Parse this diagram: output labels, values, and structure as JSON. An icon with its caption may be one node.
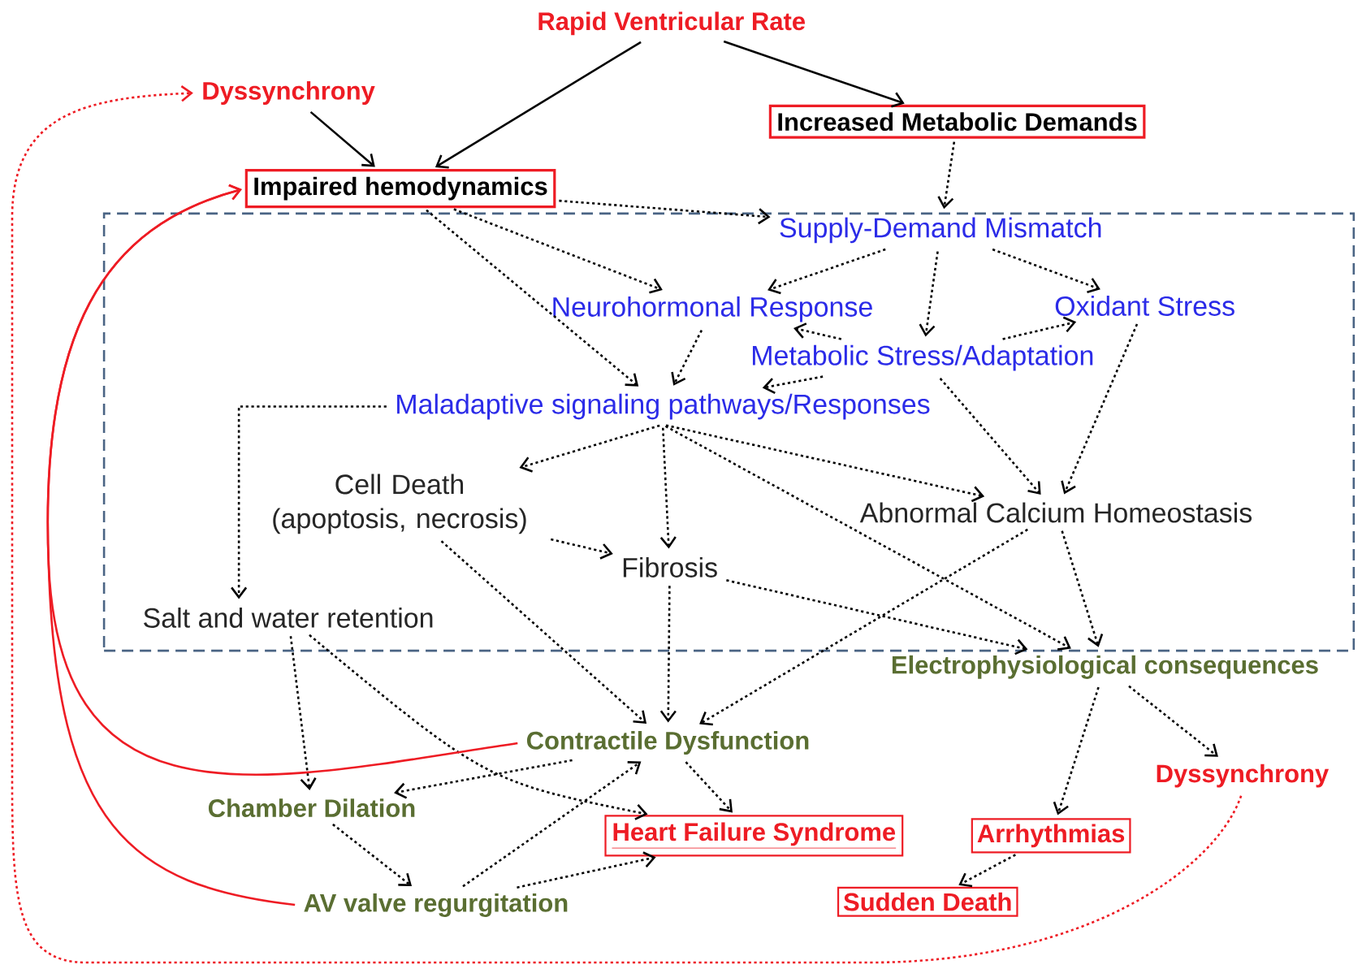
{
  "diagram": {
    "nodes": [
      {
        "text": [
          "Rapid Ventricular Rate"
        ]
      },
      {
        "text": [
          "Dyssynchrony"
        ]
      },
      {
        "text": [
          "Increased Metabolic Demands"
        ]
      },
      {
        "text": [
          "Impaired hemodynamics"
        ]
      },
      {
        "text": [],
        "shape": "box"
      },
      {
        "text": [
          "Supply-Demand Mismatch"
        ],
        "in": 4
      },
      {
        "text": [
          "Neurohormonal Response"
        ],
        "in": 4
      },
      {
        "text": [
          "Oxidant Stress"
        ],
        "in": 4
      },
      {
        "text": [
          "Metabolic Stress/Adaptation"
        ],
        "in": 4
      },
      {
        "text": [
          "Maladaptive signaling pathways/Responses"
        ],
        "in": 4
      },
      {
        "text": [
          "Cell Death (apoptosis, necrosis)"
        ],
        "in": 4
      },
      {
        "text": [
          "Abnormal Calcium Homeostasis"
        ],
        "in": 4
      },
      {
        "text": [
          "Fibrosis"
        ],
        "in": 4
      },
      {
        "text": [
          "Salt and water retention"
        ],
        "in": 4
      },
      {
        "text": [
          "Electrophysiological consequences"
        ]
      },
      {
        "text": [
          "Contractile Dysfunction"
        ]
      },
      {
        "text": [
          "Dyssynchrony"
        ]
      },
      {
        "text": [
          "Chamber Dilation"
        ]
      },
      {
        "text": [
          "Heart Failure Syndrome"
        ]
      },
      {
        "text": [
          "Arrhythmias"
        ]
      },
      {
        "text": [
          "Sudden Death"
        ]
      },
      {
        "text": [
          "AV valve regurgitation"
        ]
      }
    ],
    "edges": [
      {
        "from": 0,
        "to": 3,
        "arrow": "to"
      },
      {
        "from": 0,
        "to": 2,
        "arrow": "to"
      },
      {
        "from": 1,
        "to": 3,
        "arrow": "to"
      },
      {
        "from": 2,
        "to": 5,
        "arrow": "to",
        "style": "dashed"
      },
      {
        "from": 3,
        "to": 5,
        "arrow": "to",
        "style": "dashed"
      },
      {
        "from": 3,
        "to": 6,
        "arrow": "to",
        "style": "dashed"
      },
      {
        "from": 3,
        "to": 9,
        "arrow": "to",
        "style": "dashed"
      },
      {
        "from": 5,
        "to": 6,
        "arrow": "to",
        "style": "dashed"
      },
      {
        "from": 5,
        "to": 7,
        "arrow": "to",
        "style": "dashed"
      },
      {
        "from": 5,
        "to": 8,
        "arrow": "to",
        "style": "dashed"
      },
      {
        "from": 8,
        "to": 6,
        "arrow": "to",
        "style": "dashed"
      },
      {
        "from": 8,
        "to": 7,
        "arrow": "to",
        "style": "dashed"
      },
      {
        "from": 8,
        "to": 9,
        "arrow": "to",
        "style": "dashed"
      },
      {
        "from": 6,
        "to": 9,
        "arrow": "to",
        "style": "dashed"
      },
      {
        "from": 8,
        "to": 11,
        "arrow": "to",
        "style": "dashed"
      },
      {
        "from": 7,
        "to": 11,
        "arrow": "to",
        "style": "dashed"
      },
      {
        "from": 9,
        "to": 13,
        "arrow": "to",
        "style": "dashed"
      },
      {
        "from": 9,
        "to": 10,
        "arrow": "to",
        "style": "dashed"
      },
      {
        "from": 9,
        "to": 12,
        "arrow": "to",
        "style": "dashed"
      },
      {
        "from": 9,
        "to": 11,
        "arrow": "to",
        "style": "dashed"
      },
      {
        "from": 9,
        "to": 14,
        "arrow": "to",
        "style": "dashed"
      },
      {
        "from": 10,
        "to": 12,
        "arrow": "to",
        "style": "dashed"
      },
      {
        "from": 10,
        "to": 15,
        "arrow": "to",
        "style": "dashed"
      },
      {
        "from": 12,
        "to": 15,
        "arrow": "to",
        "style": "dashed"
      },
      {
        "from": 12,
        "to": 14,
        "arrow": "to",
        "style": "dashed"
      },
      {
        "from": 11,
        "to": 14,
        "arrow": "to",
        "style": "dashed"
      },
      {
        "from": 11,
        "to": 15,
        "arrow": "to",
        "style": "dashed"
      },
      {
        "from": 13,
        "to": 17,
        "arrow": "to",
        "style": "dashed"
      },
      {
        "from": 13,
        "to": 18,
        "arrow": "to",
        "style": "dashed"
      },
      {
        "from": 14,
        "to": 19,
        "arrow": "to",
        "style": "dashed"
      },
      {
        "from": 14,
        "to": 16,
        "arrow": "to",
        "style": "dashed"
      },
      {
        "from": 15,
        "to": 17,
        "arrow": "to",
        "style": "dashed"
      },
      {
        "from": 15,
        "to": 18,
        "arrow": "to",
        "style": "dashed"
      },
      {
        "from": 21,
        "to": 15,
        "arrow": "to",
        "style": "dashed"
      },
      {
        "from": 17,
        "to": 21,
        "arrow": "to",
        "style": "dashed"
      },
      {
        "from": 21,
        "to": 18,
        "arrow": "to",
        "style": "dashed"
      },
      {
        "from": 19,
        "to": 20,
        "arrow": "to",
        "style": "dashed"
      },
      {
        "from": 15,
        "to": 3,
        "arrow": "to",
        "color": "#ee1c24"
      },
      {
        "from": 21,
        "to": 3,
        "arrow": "to",
        "color": "#ee1c24"
      },
      {
        "from": 16,
        "to": 1,
        "arrow": "to",
        "style": "dashed",
        "color": "#ee1c24"
      }
    ]
  }
}
